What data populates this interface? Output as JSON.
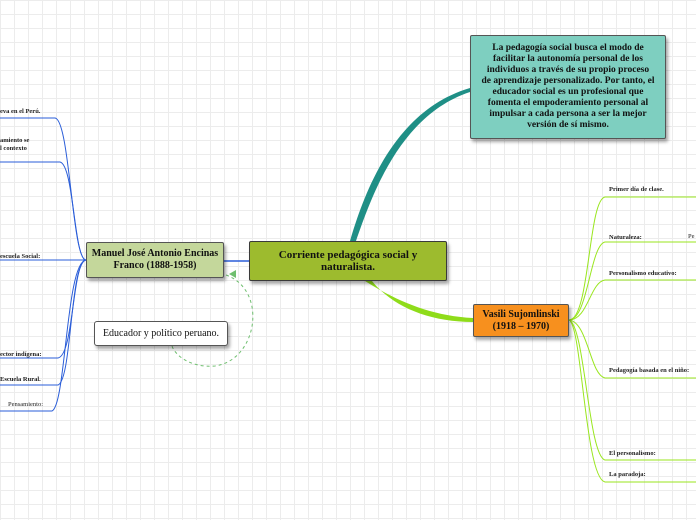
{
  "central": {
    "label": "Corriente pedagógica social y naturalista."
  },
  "manuel": {
    "label": "Manuel José Antonio Encinas Franco (1888-1958)"
  },
  "vasili": {
    "label": "Vasili Sujomlinski (1918 – 1970)"
  },
  "pedagogia": {
    "text": "La pedagogía social busca el modo de facilitar la autonomía personal de los individuos a través de su propio proceso de aprendizaje personalizado. Por tanto, el educador social es un profesional que fomenta el empoderamiento personal al impulsar a cada persona a ser la mejor versión de sí mismo."
  },
  "educador": {
    "label": "Educador y político peruano."
  },
  "manuel_leaves": [
    "eva en el Perú.",
    "amiento se",
    "l contexto",
    "escuela Social:",
    "ector indígena:",
    "Escuela Rural.",
    "Pensamiento:"
  ],
  "vasili_leaves": [
    "Primer día de clase.",
    "Naturaleza:",
    "Pe",
    "Personalismo educativo:",
    "Pedagogía basada en el niño:",
    "El personalismo:",
    "La paradoja:"
  ],
  "colors": {
    "central": "#9dbb2e",
    "manuel": "#c4d79b",
    "vasili": "#f7901e",
    "pedagogia": "#7ecfc0",
    "left_lines": "#2a5dd8",
    "right_lines": "#99e61e",
    "teal_connector": "#1f8f86",
    "green_connector": "#8fdc1a",
    "dashed_connector": "#6fbf6f"
  }
}
